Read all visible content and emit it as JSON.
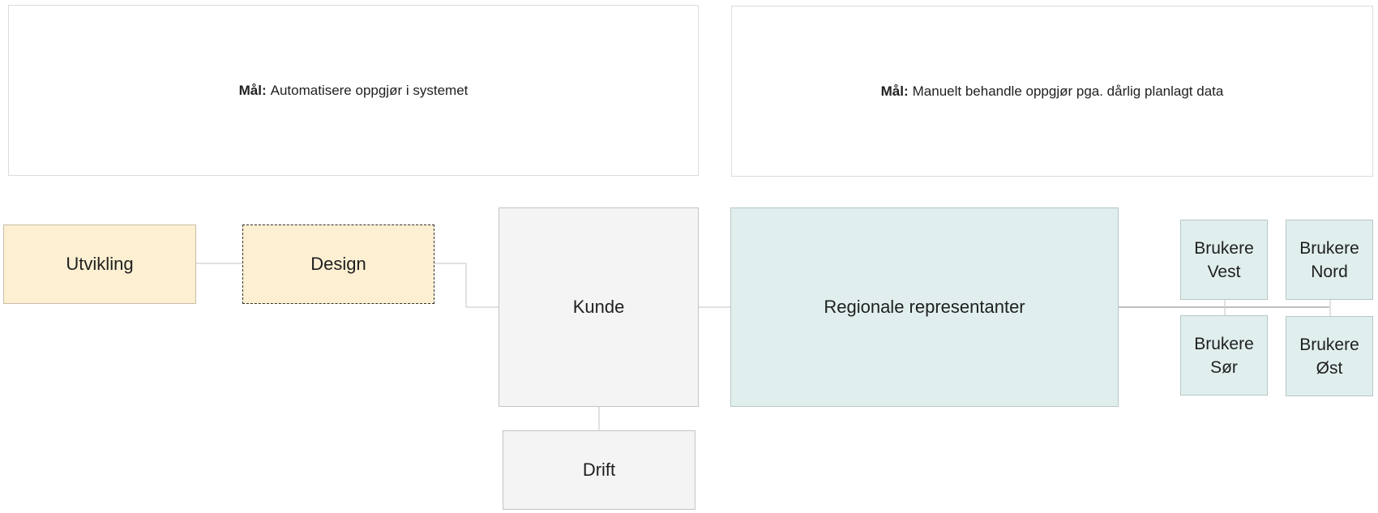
{
  "goals": [
    {
      "prefix": "Mål:",
      "text": "Automatisere oppgjør i systemet"
    },
    {
      "prefix": "Mål:",
      "text": "Manuelt behandle oppgjør pga. dårlig planlagt data"
    }
  ],
  "nodes": {
    "utvikling": "Utvikling",
    "design": "Design",
    "kunde": "Kunde",
    "drift": "Drift",
    "regionale": "Regionale representanter",
    "brukere_vest": {
      "line1": "Brukere",
      "line2": "Vest"
    },
    "brukere_nord": {
      "line1": "Brukere",
      "line2": "Nord"
    },
    "brukere_sor": {
      "line1": "Brukere",
      "line2": "Sør"
    },
    "brukere_ost": {
      "line1": "Brukere",
      "line2": "Øst"
    }
  },
  "colors": {
    "team_fill": "#fcefd2",
    "customer_fill": "#f4f4f4",
    "regional_fill": "#e0eeee",
    "connector": "#cfcfcf"
  }
}
